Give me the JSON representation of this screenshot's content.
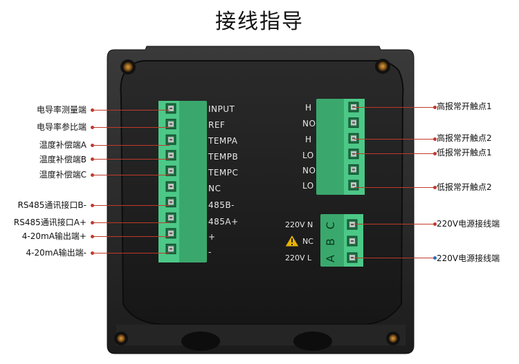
{
  "title": "接线指导",
  "left_labels": [
    "电导率测量端",
    "电导率参比端",
    "温度补偿端A",
    "温度补偿端B",
    "温度补偿端C",
    "RS485通讯接口B-",
    "RS485通讯接口A+",
    "4-20mA输出端+",
    "4-20mA输出端-"
  ],
  "right_labels": [
    "高报常开触点1",
    "高报常开触点2",
    "低报常开触点1",
    "低报常开触点2",
    "220V电源接线端",
    "220V电源接线端"
  ],
  "left_terminal_labels": [
    "INPUT",
    "REF",
    "TEMPA",
    "TEMPB",
    "TEMPC",
    "NC",
    "485B-",
    "485A+",
    "+",
    "-"
  ],
  "right_terminal_labels": [
    "H",
    "NO",
    "H",
    "LO",
    "NO",
    "LO"
  ],
  "power_labels": [
    "220V N",
    "NC",
    "220V L"
  ],
  "power_block_letters": [
    "C",
    "B",
    "A"
  ],
  "colors": {
    "accent_red": "#c0392b",
    "terminal_green": "#3fbf7a",
    "enclosure": "#2b2b2b",
    "callout_blue": "#2d6fb8"
  },
  "icons": [
    "warning-icon",
    "screw-icon"
  ]
}
